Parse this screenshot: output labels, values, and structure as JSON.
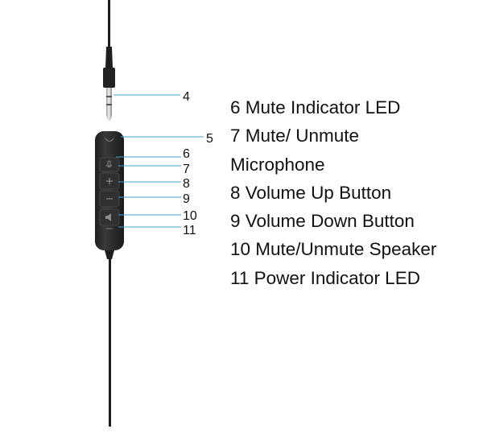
{
  "callouts": [
    {
      "number": "4"
    },
    {
      "number": "5"
    },
    {
      "number": "6"
    },
    {
      "number": "7"
    },
    {
      "number": "8"
    },
    {
      "number": "9"
    },
    {
      "number": "10"
    },
    {
      "number": "11"
    }
  ],
  "legend": {
    "lines": [
      "6 Mute Indicator LED",
      "7 Mute/ Unmute",
      "Microphone",
      "8 Volume Up Button",
      "9 Volume Down Button",
      "10 Mute/Unmute Speaker",
      "11 Power Indicator LED"
    ]
  },
  "colors": {
    "leader_line": "#4a9bd0",
    "cable": "#1c1c1c",
    "controller_body": "#2b2b2b",
    "text": "#111111"
  },
  "icons": {
    "microphone_button": "microphone-icon",
    "volume_up_button": "plus-icon",
    "volume_down_button": "minus-icon",
    "speaker_button": "speaker-icon"
  }
}
